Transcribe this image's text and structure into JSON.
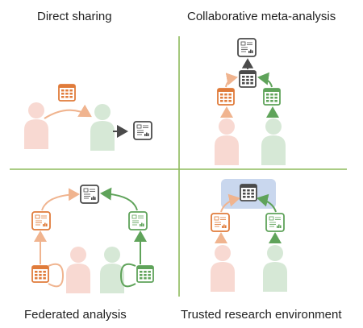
{
  "panels": [
    {
      "id": "direct",
      "title": "Direct sharing"
    },
    {
      "id": "meta",
      "title": "Collaborative meta-analysis"
    },
    {
      "id": "federated",
      "title": "Federated analysis"
    },
    {
      "id": "tre",
      "title": "Trusted research environment"
    }
  ],
  "colors": {
    "orange": "#e07b3a",
    "green": "#5fa35a",
    "gray": "#4a4a4a",
    "divider": "#8dbb5c",
    "person_orange": "#f8d9d2",
    "person_green": "#d6e8d6",
    "tre_box": "#c9d7ee"
  },
  "icons": [
    "table-icon",
    "report-icon",
    "person-icon"
  ]
}
